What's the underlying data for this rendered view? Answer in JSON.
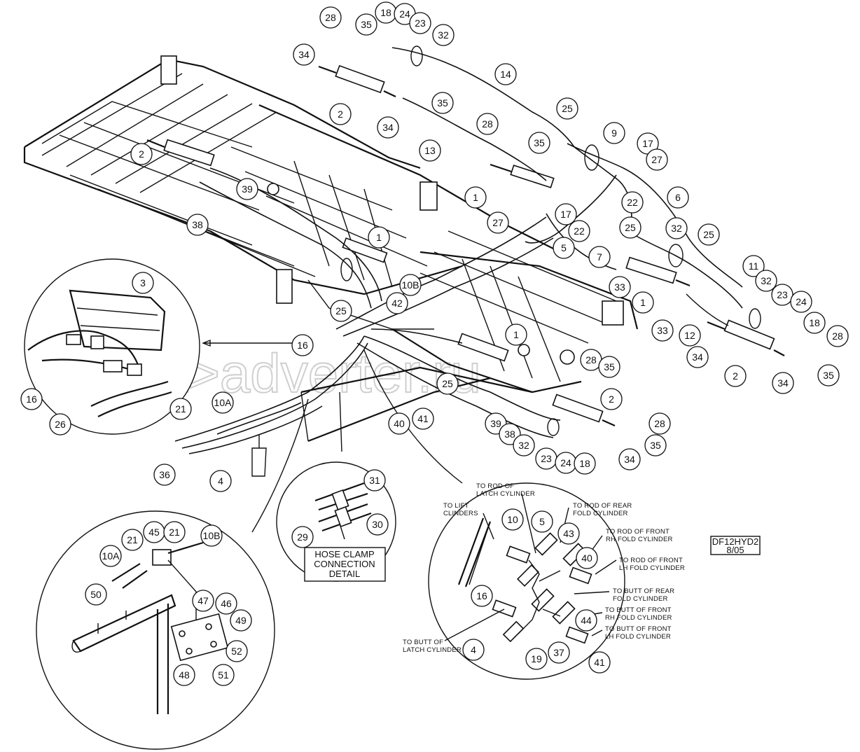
{
  "drawing_code": {
    "line1": "DF12HYD2",
    "line2": "8/05"
  },
  "hose_clamp_box": {
    "line1": "HOSE CLAMP",
    "line2": "CONNECTION",
    "line3": "DETAIL"
  },
  "watermark": "a>adverter.ru",
  "notes": [
    {
      "id": "rod-latch",
      "lines": [
        "TO ROD OF",
        "LATCH CYLINDER"
      ]
    },
    {
      "id": "lift",
      "lines": [
        "TO LIFT",
        "CLINDERS"
      ]
    },
    {
      "id": "rod-rear-fold",
      "lines": [
        "TO ROD OF REAR",
        "FOLD CYLINDER"
      ]
    },
    {
      "id": "rod-front-rh",
      "lines": [
        "TO ROD OF FRONT",
        "RH FOLD CYLINDER"
      ]
    },
    {
      "id": "rod-front-lh",
      "lines": [
        "TO ROD OF FRONT",
        "LH FOLD CYLINDER"
      ]
    },
    {
      "id": "butt-rear-fold",
      "lines": [
        "TO BUTT OF REAR",
        "FOLD CYLINDER"
      ]
    },
    {
      "id": "butt-front-rh",
      "lines": [
        "TO BUTT OF FRONT",
        "RH FOLD CYLINDER"
      ]
    },
    {
      "id": "butt-front-lh",
      "lines": [
        "TO BUTT OF FRONT",
        "LH FOLD CYLINDER"
      ]
    },
    {
      "id": "butt-latch",
      "lines": [
        "TO BUTT OF",
        "LATCH CYLINDER"
      ]
    }
  ],
  "callouts": [
    "28",
    "18",
    "24",
    "23",
    "32",
    "35",
    "34",
    "14",
    "2",
    "35",
    "34",
    "13",
    "25",
    "28",
    "35",
    "9",
    "17",
    "27",
    "1",
    "6",
    "2",
    "39",
    "38",
    "27",
    "17",
    "22",
    "22",
    "5",
    "25",
    "32",
    "25",
    "7",
    "1",
    "11",
    "32",
    "23",
    "24",
    "18",
    "1",
    "33",
    "33",
    "12",
    "34",
    "28",
    "2",
    "35",
    "34",
    "3",
    "42",
    "10B",
    "25",
    "16",
    "16",
    "26",
    "1",
    "28",
    "35",
    "25",
    "2",
    "28",
    "35",
    "21",
    "10A",
    "36",
    "4",
    "40",
    "41",
    "39",
    "38",
    "32",
    "23",
    "24",
    "18",
    "34",
    "31",
    "29",
    "30",
    "10",
    "5",
    "43",
    "40",
    "16",
    "44",
    "4",
    "19",
    "37",
    "41",
    "10A",
    "21",
    "45",
    "21",
    "10B",
    "50",
    "47",
    "46",
    "49",
    "52",
    "48",
    "51"
  ]
}
